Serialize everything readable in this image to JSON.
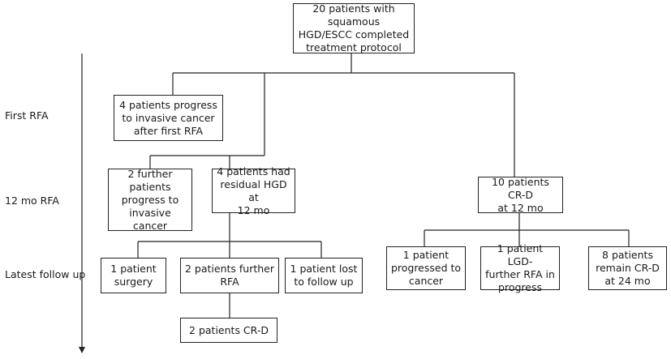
{
  "row_labels": {
    "first_rfa": "First RFA",
    "twelve_mo_rfa": "12 mo RFA",
    "latest_follow_up": "Latest follow up"
  },
  "boxes": {
    "root": "20 patients with squamous\nHGD/ESCC completed\ntreatment protocol",
    "progress_first": "4 patients progress\nto invasive cancer\nafter first RFA",
    "further_progress": "2 further\npatients\nprogress to\ninvasive cancer",
    "residual_hgd": "4 patients had\nresidual HGD at\n12 mo",
    "crd_12mo": "10 patients CR-D\nat 12 mo",
    "surgery": "1 patient\nsurgery",
    "further_rfa": "2 patients further\nRFA",
    "lost_follow_up": "1 patient lost\nto follow up",
    "crd_2": "2 patients CR-D",
    "progressed_cancer": "1 patient\nprogressed to\ncancer",
    "lgd_further_rfa": "1 patient LGD-\nfurther RFA in\nprogress",
    "remain_crd": "8 patients\nremain CR-D\nat 24 mo"
  },
  "colors": {
    "line": "#222222",
    "box_border": "#222222",
    "background": "#ffffff"
  }
}
